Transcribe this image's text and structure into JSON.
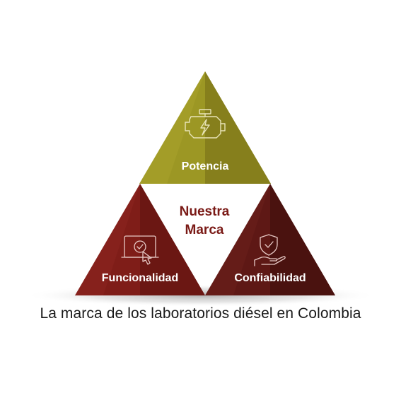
{
  "diagram": {
    "top_label": "Potencia",
    "center_line1": "Nuestra",
    "center_line2": "Marca",
    "left_label": "Funcionalidad",
    "right_label": "Confiabilidad",
    "top_icon": "engine-icon",
    "left_icon": "tablet-touch-icon",
    "right_icon": "hand-shield-icon",
    "colors": {
      "top": "#8f8a1f",
      "left": "#7a1a16",
      "right": "#5a1614",
      "center_text": "#7a1a16"
    }
  },
  "caption": "La marca de los laboratorios diésel en Colombia"
}
